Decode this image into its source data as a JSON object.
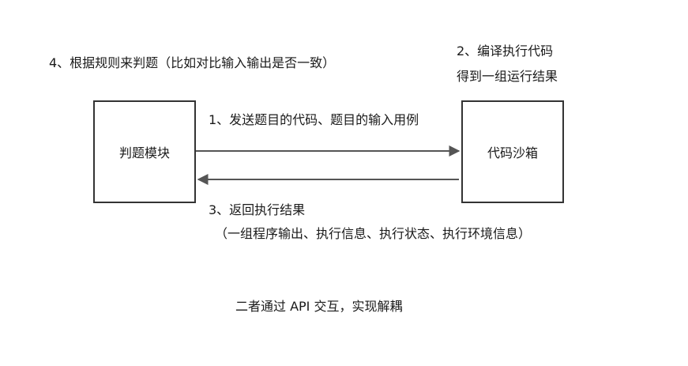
{
  "nodes": {
    "judge": {
      "label": "判题模块"
    },
    "sandbox": {
      "label": "代码沙箱"
    }
  },
  "annotations": {
    "step4": "4、根据规则来判题（比如对比输入输出是否一致）",
    "step2_line1": "2、编译执行代码",
    "step2_line2": "得到一组运行结果",
    "step1": "1、发送题目的代码、题目的输入用例",
    "step3_line1": "3、返回执行结果",
    "step3_line2": "（一组程序输出、执行信息、执行状态、执行环境信息）",
    "footer": "二者通过 API 交互，实现解耦"
  },
  "colors": {
    "stroke": "#555555",
    "box_border": "#333333",
    "text": "#1a1a1a"
  }
}
